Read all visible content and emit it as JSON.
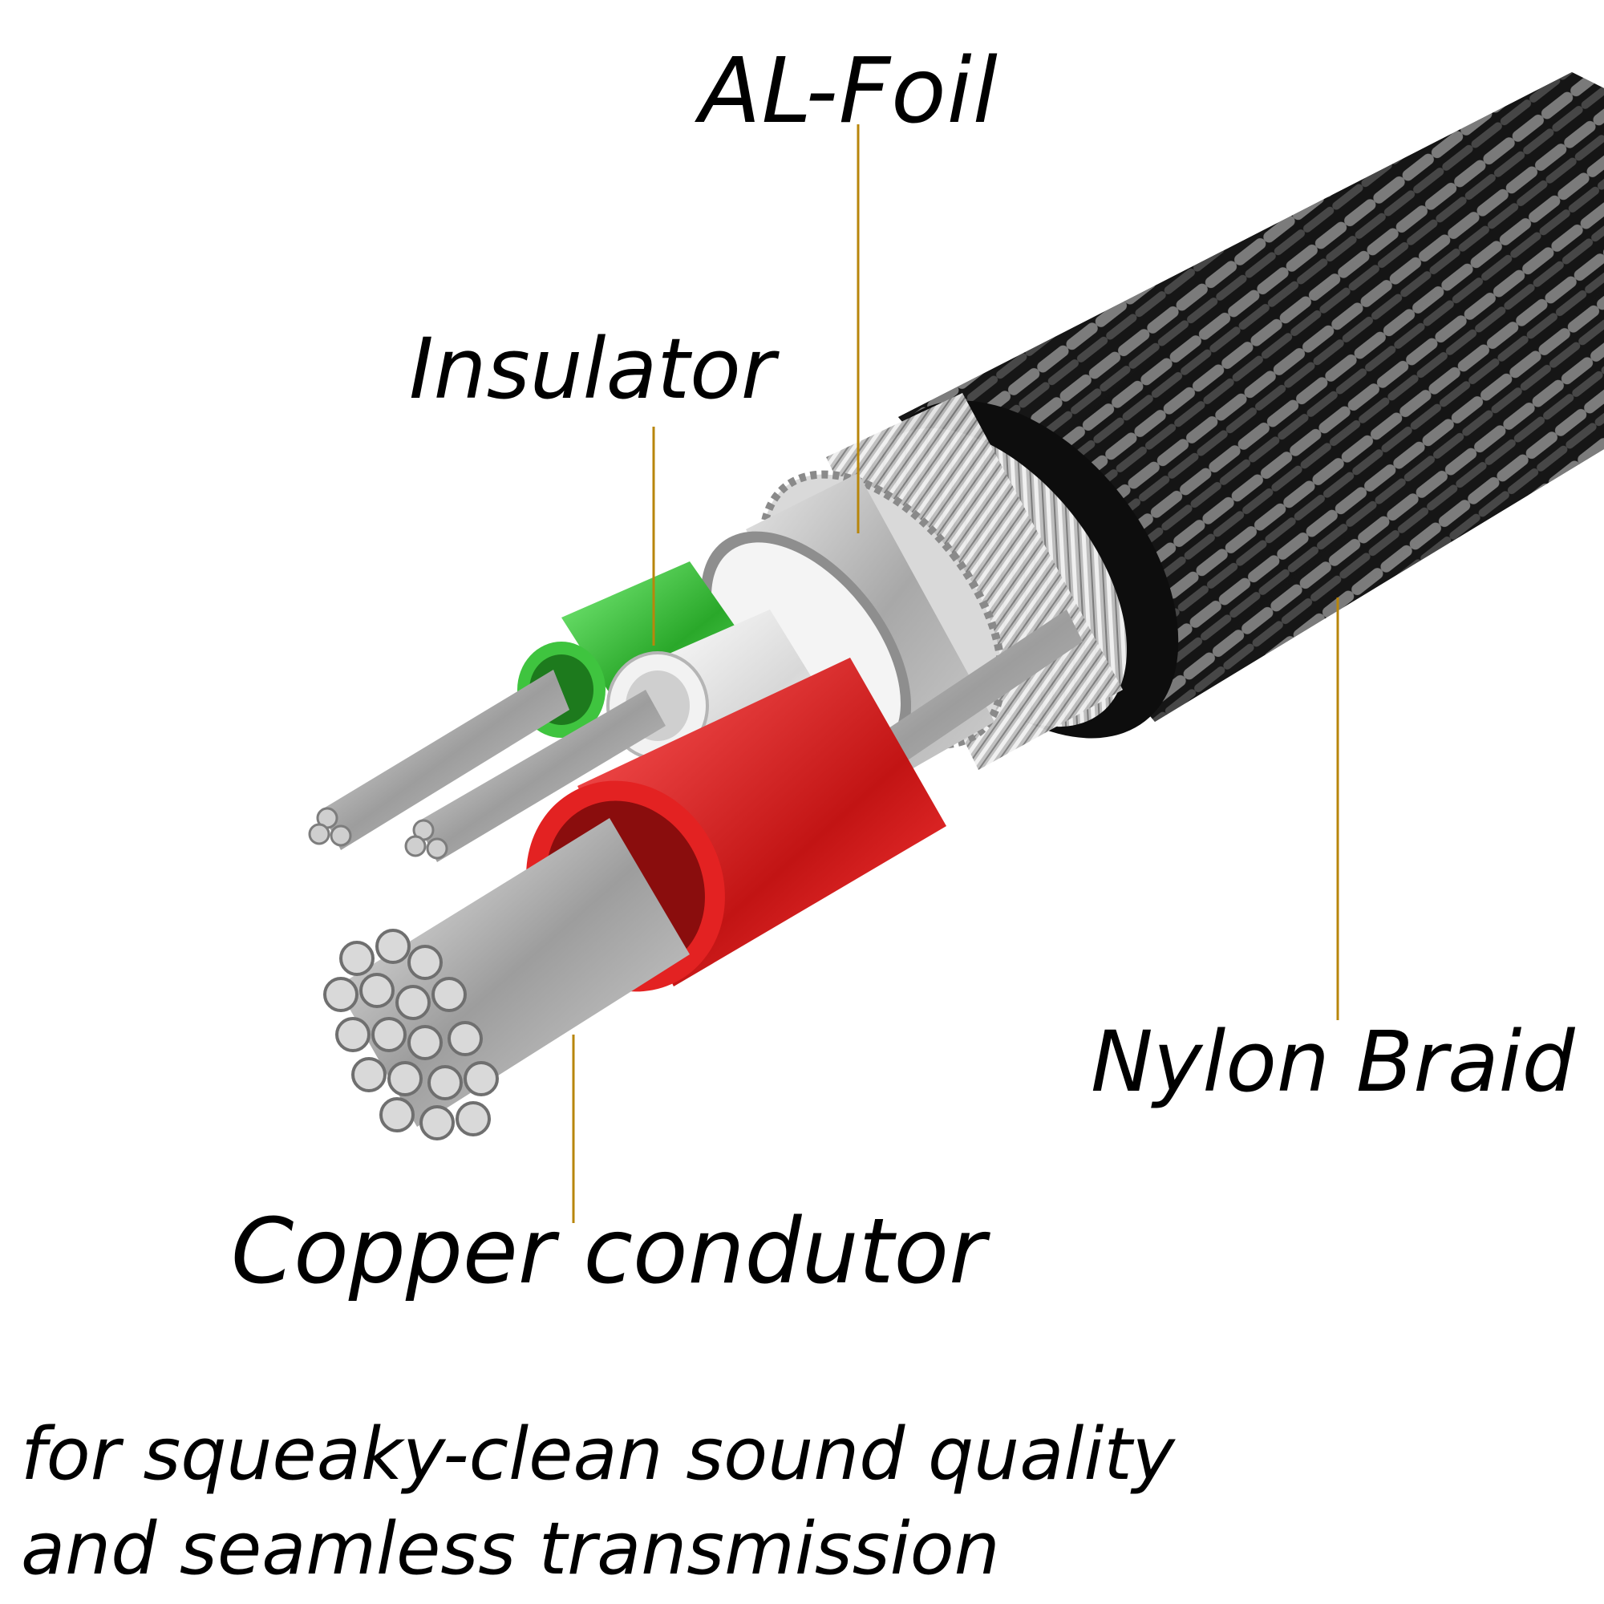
{
  "labels": {
    "al_foil": "AL-Foil",
    "insulator": "Insulator",
    "nylon_braid": "Nylon Braid",
    "copper_conductor": "Copper condutor"
  },
  "tagline": {
    "line1": "for squeaky-clean sound quality",
    "line2": "and seamless transmission"
  },
  "colors": {
    "leader_line": "#b8860b",
    "braid_dark": "#1c1c1c",
    "braid_light": "#8a8a8a",
    "shield_silver": "#c8c8c8",
    "foil_silver": "#b9b9b9",
    "insulator_green": "#3fc43f",
    "insulator_white": "#f2f2f2",
    "insulator_red": "#d41f1f",
    "conductor_strand": "#a9a9a9"
  }
}
